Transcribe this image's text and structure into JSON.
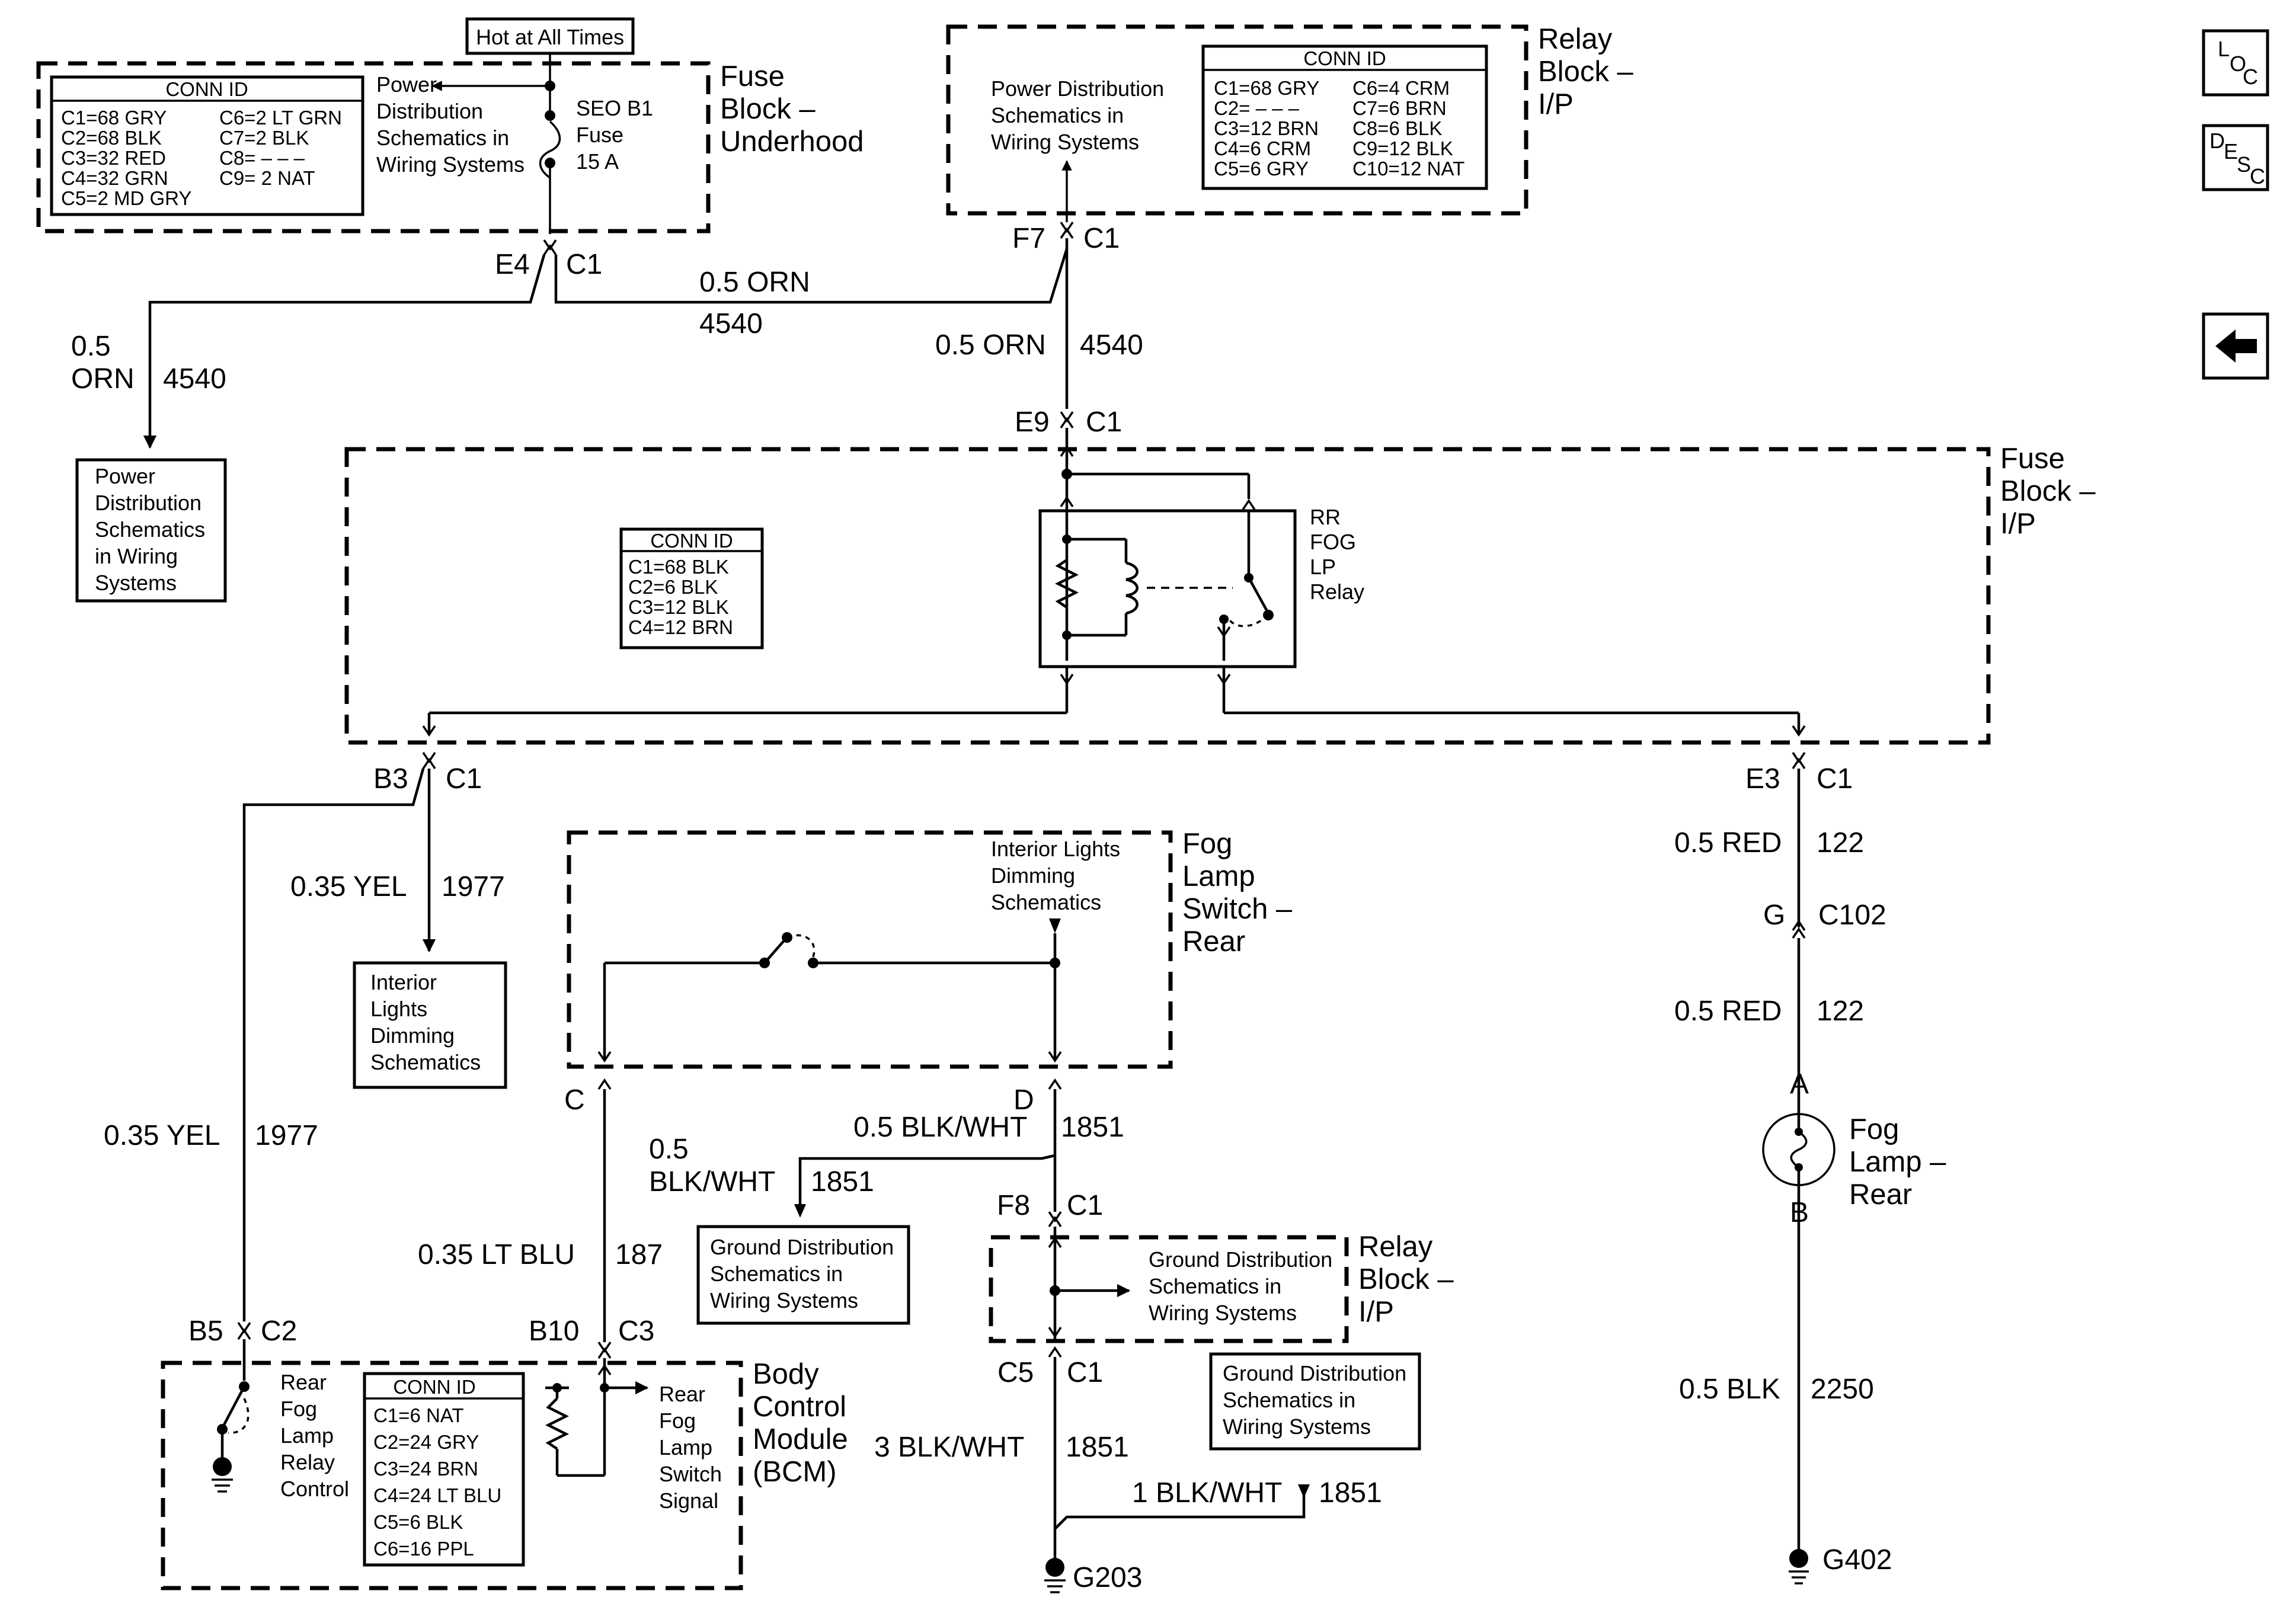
{
  "nav": {
    "loc": [
      "L",
      "O",
      "C"
    ],
    "desc": [
      "D",
      "E",
      "S",
      "C"
    ]
  },
  "top_label": "Hot at All Times",
  "fuse_underhood": {
    "title": [
      "Fuse",
      "Block –",
      "Underhood"
    ],
    "conn_title": "CONN ID",
    "conn_left": [
      "C1=68 GRY",
      "C2=68 BLK",
      "C3=32 RED",
      "C4=32 GRN",
      "C5=2 MD GRY"
    ],
    "conn_right": [
      "C6=2 LT GRN",
      "C7=2 BLK",
      "C8= – – –",
      "C9= 2 NAT"
    ],
    "power_ref": [
      "Power",
      "Distribution",
      "Schematics in",
      "Wiring Systems"
    ],
    "fuse_label": [
      "SEO B1",
      "Fuse",
      "15 A"
    ]
  },
  "relay_block_top": {
    "title": [
      "Relay",
      "Block –",
      "I/P"
    ],
    "conn_title": "CONN ID",
    "conn_left": [
      "C1=68 GRY",
      "C2= – – –",
      "C3=12 BRN",
      "C4=6 CRM",
      "C5=6 GRY"
    ],
    "conn_right": [
      "C6=4 CRM",
      "C7=6 BRN",
      "C8=6 BLK",
      "C9=12 BLK",
      "C10=12 NAT"
    ],
    "power_ref": [
      "Power Distribution",
      "Schematics in",
      "Wiring Systems"
    ]
  },
  "wires_top": {
    "e4": "E4",
    "e4_conn": "C1",
    "f7": "F7",
    "f7_conn": "C1",
    "orn_h": "0.5 ORN",
    "orn_h_num": "4540",
    "orn_left": [
      "0.5",
      "ORN"
    ],
    "orn_left_num": "4540",
    "orn_right": "0.5 ORN",
    "orn_right_num": "4540",
    "e9": "E9",
    "e9_conn": "C1"
  },
  "power_box": [
    "Power",
    "Distribution",
    "Schematics",
    "in Wiring",
    "Systems"
  ],
  "fuse_ip": {
    "title": [
      "Fuse",
      "Block –",
      "I/P"
    ],
    "conn_title": "CONN ID",
    "conn": [
      "C1=68 BLK",
      "C2=6 BLK",
      "C3=12 BLK",
      "C4=12 BRN"
    ],
    "relay_label": [
      "RR",
      "FOG",
      "LP",
      "Relay"
    ]
  },
  "wires_mid": {
    "b3": "B3",
    "b3_conn": "C1",
    "e3": "E3",
    "e3_conn": "C1",
    "yel1": "0.35 YEL",
    "yel1_num": "1977",
    "yel2": "0.35 YEL",
    "yel2_num": "1977",
    "red1": "0.5 RED",
    "red1_num": "122",
    "g": "G",
    "c102": "C102",
    "red2": "0.5 RED",
    "red2_num": "122"
  },
  "interior_box": [
    "Interior",
    "Lights",
    "Dimming",
    "Schematics"
  ],
  "fog_switch": {
    "title": [
      "Fog",
      "Lamp",
      "Switch –",
      "Rear"
    ],
    "int_ref": [
      "Interior Lights",
      "Dimming",
      "Schematics"
    ],
    "c": "C",
    "d": "D"
  },
  "fog_lamp": {
    "title": [
      "Fog",
      "Lamp –",
      "Rear"
    ],
    "a": "A",
    "b": "B"
  },
  "wires_low": {
    "ltblu": "0.35 LT BLU",
    "ltblu_num": "187",
    "blkwht_d": "0.5 BLK/WHT",
    "blkwht_d_num": "1851",
    "blkwht_l": [
      "0.5",
      "BLK/WHT"
    ],
    "blkwht_l_num": "1851",
    "f8": "F8",
    "f8_conn": "C1",
    "c5": "C5",
    "c5_conn": "C1",
    "blk3": "3 BLK/WHT",
    "blk3_num": "1851",
    "blk1": "1 BLK/WHT",
    "blk1_num": "1851",
    "blk05": "0.5 BLK",
    "blk05_num": "2250",
    "b5": "B5",
    "b5_conn": "C2",
    "b10": "B10",
    "b10_conn": "C3",
    "g203": "G203",
    "g402": "G402"
  },
  "ground_box_left": [
    "Ground Distribution",
    "Schematics in",
    "Wiring Systems"
  ],
  "ground_box_right": [
    "Ground Distribution",
    "Schematics in",
    "Wiring Systems"
  ],
  "relay_block_low": {
    "title": [
      "Relay",
      "Block –",
      "I/P"
    ],
    "ground_ref": [
      "Ground Distribution",
      "Schematics in",
      "Wiring Systems"
    ]
  },
  "bcm": {
    "title": [
      "Body",
      "Control",
      "Module",
      "(BCM)"
    ],
    "conn_title": "CONN ID",
    "conn": [
      "C1=6 NAT",
      "C2=24 GRY",
      "C3=24 BRN",
      "C4=24 LT BLU",
      "C5=6 BLK",
      "C6=16 PPL"
    ],
    "relay_ctrl": [
      "Rear",
      "Fog",
      "Lamp",
      "Relay",
      "Control"
    ],
    "switch_sig": [
      "Rear",
      "Fog",
      "Lamp",
      "Switch",
      "Signal"
    ]
  }
}
